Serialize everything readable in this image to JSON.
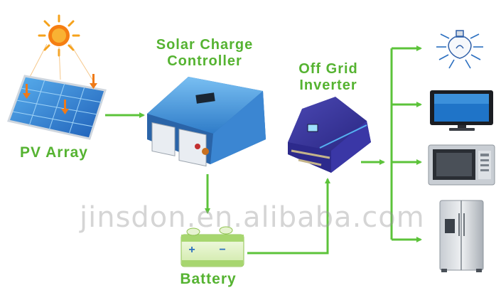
{
  "labels": {
    "solar_charge_controller": [
      "Solar Charge",
      "Controller"
    ],
    "off_grid_inverter": [
      "Off Grid",
      "Inverter"
    ],
    "pv_array": "PV Array",
    "battery": "Battery"
  },
  "battery_terminals": {
    "positive": "+",
    "negative": "−"
  },
  "watermark": "jinsdon.en.alibaba.com",
  "colors": {
    "label_green": "#55b331",
    "arrow_green": "#5cc33a",
    "controller_blue": "#3f8fd8",
    "inverter_purple": "#3d3a9e"
  },
  "icons": [
    "sun-icon",
    "light-bulb-icon",
    "tv-icon",
    "microwave-icon",
    "refrigerator-icon"
  ]
}
